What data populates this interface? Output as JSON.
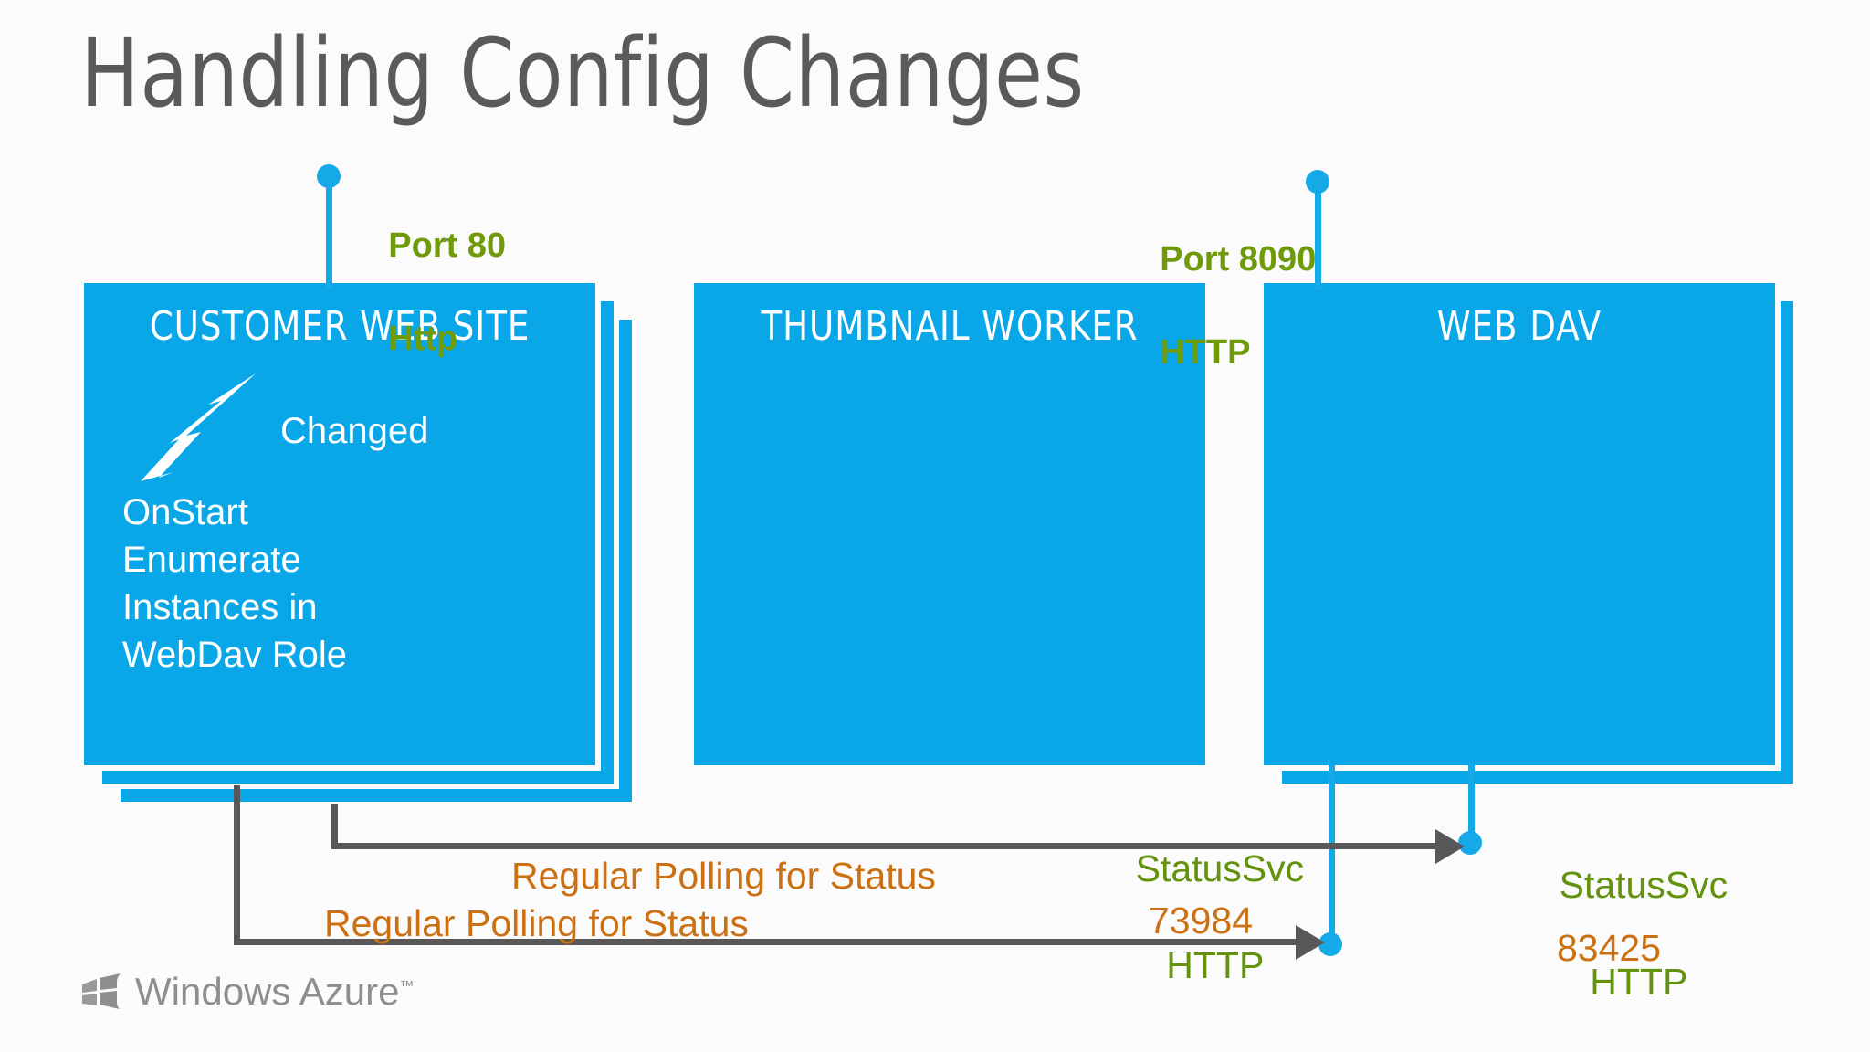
{
  "slide": {
    "title": "Handling Config Changes",
    "background_color": "#fbfbfc",
    "title_color": "#5a5a5a"
  },
  "colors": {
    "azure_blue": "#09a7e8",
    "cyan_connector": "#16a9e8",
    "green_label": "#6f9a0a",
    "green_plain": "#63920c",
    "orange_label": "#cc7014",
    "gray_connector": "#58585a",
    "logo_gray": "#8e8e90"
  },
  "roles": [
    {
      "name": "customer-web-site",
      "title": "CUSTOMER WEB SITE",
      "stacked": true,
      "stack_count": 3,
      "changed_label": "Changed",
      "body_lines": "OnStart\nEnumerate\nInstances in\nWebDav Role"
    },
    {
      "name": "thumbnail-worker",
      "title": "THUMBNAIL WORKER",
      "stacked": false,
      "stack_count": 1
    },
    {
      "name": "web-dav",
      "title": "WEB DAV",
      "stacked": true,
      "stack_count": 2
    }
  ],
  "endpoints": [
    {
      "name": "customer-web-site-endpoint",
      "port_line": "Port 80",
      "protocol_line": "Http"
    },
    {
      "name": "web-dav-endpoint",
      "port_line": "Port 8090",
      "protocol_line": "HTTP"
    }
  ],
  "connections": [
    {
      "name": "polling-upper",
      "label": "Regular Polling for Status",
      "service": "StatusSvc",
      "protocol": "HTTP",
      "value": "73984"
    },
    {
      "name": "polling-lower",
      "label": "Regular Polling for Status",
      "service": "StatusSvc",
      "protocol": "HTTP",
      "value": "83425"
    }
  ],
  "footer": {
    "logo_text": "Windows Azure",
    "trademark": "™",
    "logo_icon": "windows-flag-icon"
  }
}
